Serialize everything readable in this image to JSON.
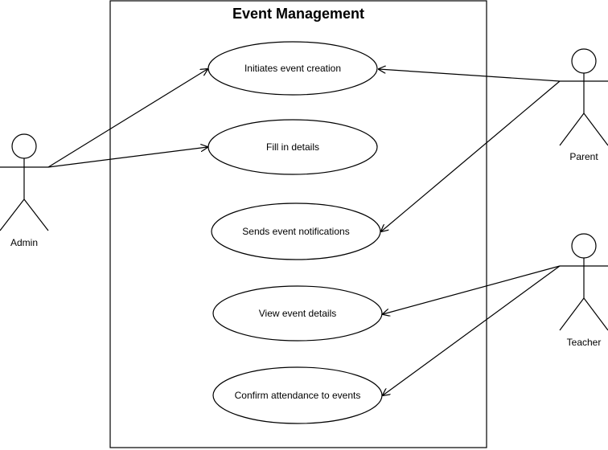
{
  "system": {
    "title": "Event Management"
  },
  "use_cases": {
    "initiate": "Initiates event creation",
    "fill": "Fill in details",
    "notify": "Sends event notifications",
    "view": "View event details",
    "confirm": "Confirm attendance to events"
  },
  "actors": {
    "admin": "Admin",
    "parent": "Parent",
    "teacher": "Teacher"
  },
  "associations": [
    {
      "from": "admin",
      "to": "initiate"
    },
    {
      "from": "admin",
      "to": "fill"
    },
    {
      "from": "parent",
      "to": "initiate"
    },
    {
      "from": "parent",
      "to": "notify"
    },
    {
      "from": "teacher",
      "to": "view"
    },
    {
      "from": "teacher",
      "to": "confirm"
    }
  ],
  "colors": {
    "line": "#000000",
    "background": "#ffffff"
  }
}
